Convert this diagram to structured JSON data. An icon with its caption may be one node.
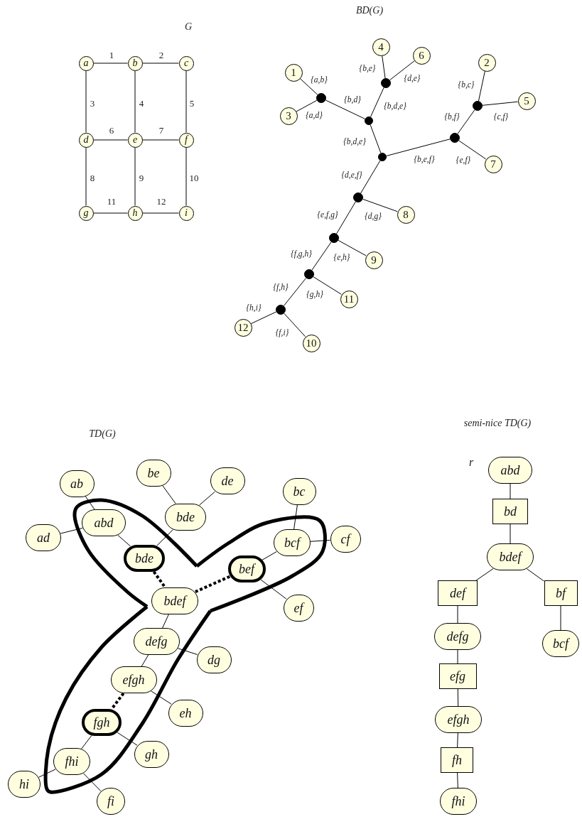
{
  "diagram": {
    "nodes": [
      {
        "text": [
          "a"
        ]
      },
      {
        "text": [
          "b"
        ]
      },
      {
        "text": [
          "c"
        ]
      },
      {
        "text": [
          "d"
        ]
      },
      {
        "text": [
          "e"
        ]
      },
      {
        "text": [
          "f"
        ]
      },
      {
        "text": [
          "g"
        ]
      },
      {
        "text": [
          "h"
        ]
      },
      {
        "text": [
          "i"
        ]
      },
      {
        "text": [
          "4"
        ]
      },
      {
        "text": [
          "6"
        ]
      },
      {
        "text": [
          "2"
        ]
      },
      {
        "text": [
          "1"
        ]
      },
      {
        "text": [],
        "shape": "circle"
      },
      {
        "text": [],
        "shape": "circle"
      },
      {
        "text": [
          "5"
        ]
      },
      {
        "text": [],
        "shape": "circle"
      },
      {
        "text": [
          "3"
        ]
      },
      {
        "text": [],
        "shape": "circle"
      },
      {
        "text": [],
        "shape": "circle"
      },
      {
        "text": [],
        "shape": "circle"
      },
      {
        "text": [
          "7"
        ]
      },
      {
        "text": [],
        "shape": "circle"
      },
      {
        "text": [
          "8"
        ]
      },
      {
        "text": [],
        "shape": "circle"
      },
      {
        "text": [
          "9"
        ]
      },
      {
        "text": [],
        "shape": "circle"
      },
      {
        "text": [
          "11"
        ]
      },
      {
        "text": [],
        "shape": "circle"
      },
      {
        "text": [
          "12"
        ]
      },
      {
        "text": [
          "10"
        ]
      },
      {
        "text": [
          "be"
        ]
      },
      {
        "text": [
          "de"
        ]
      },
      {
        "text": [
          "ab"
        ]
      },
      {
        "text": [
          "bc"
        ]
      },
      {
        "text": [
          "bde"
        ]
      },
      {
        "text": [
          "abd"
        ]
      },
      {
        "text": [
          "ad"
        ]
      },
      {
        "text": [
          "cf"
        ]
      },
      {
        "text": [
          "bcf"
        ]
      },
      {
        "text": [
          "bde"
        ]
      },
      {
        "text": [
          "bef"
        ]
      },
      {
        "text": [
          "bdef"
        ]
      },
      {
        "text": [
          "ef"
        ]
      },
      {
        "text": [
          "defg"
        ]
      },
      {
        "text": [
          "dg"
        ]
      },
      {
        "text": [
          "efgh"
        ]
      },
      {
        "text": [
          "eh"
        ]
      },
      {
        "text": [
          "fgh"
        ]
      },
      {
        "text": [
          "gh"
        ]
      },
      {
        "text": [
          "fhi"
        ]
      },
      {
        "text": [
          "hi"
        ]
      },
      {
        "text": [
          "fi"
        ]
      },
      {
        "text": [
          "abd"
        ]
      },
      {
        "text": [
          "bd"
        ]
      },
      {
        "text": [
          "bdef"
        ]
      },
      {
        "text": [
          "def"
        ]
      },
      {
        "text": [
          "bf"
        ]
      },
      {
        "text": [
          "defg"
        ]
      },
      {
        "text": [
          "bcf"
        ]
      },
      {
        "text": [
          "efg"
        ]
      },
      {
        "text": [
          "efgh"
        ]
      },
      {
        "text": [
          "fh"
        ]
      },
      {
        "text": [
          "fhi"
        ]
      }
    ],
    "edges": [
      {
        "from": 0,
        "to": 1,
        "arrow": "none",
        "label": "1"
      },
      {
        "from": 1,
        "to": 2,
        "arrow": "none",
        "label": "2"
      },
      {
        "from": 0,
        "to": 3,
        "arrow": "none",
        "label": "3"
      },
      {
        "from": 1,
        "to": 4,
        "arrow": "none",
        "label": "4"
      },
      {
        "from": 2,
        "to": 5,
        "arrow": "none",
        "label": "5"
      },
      {
        "from": 3,
        "to": 4,
        "arrow": "none",
        "label": "6"
      },
      {
        "from": 4,
        "to": 5,
        "arrow": "none",
        "label": "7"
      },
      {
        "from": 3,
        "to": 6,
        "arrow": "none",
        "label": "8"
      },
      {
        "from": 4,
        "to": 7,
        "arrow": "none",
        "label": "9"
      },
      {
        "from": 5,
        "to": 8,
        "arrow": "none",
        "label": "10"
      },
      {
        "from": 6,
        "to": 7,
        "arrow": "none",
        "label": "11"
      },
      {
        "from": 7,
        "to": 8,
        "arrow": "none",
        "label": "12"
      },
      {
        "from": 14,
        "to": 12,
        "arrow": "none",
        "label": "{a,b}"
      },
      {
        "from": 14,
        "to": 17,
        "arrow": "none",
        "label": "{a,d}"
      },
      {
        "from": 14,
        "to": 18,
        "arrow": "none",
        "label": "{b,d}"
      },
      {
        "from": 13,
        "to": 9,
        "arrow": "none",
        "label": "{b,e}"
      },
      {
        "from": 13,
        "to": 10,
        "arrow": "none",
        "label": "{d,e}"
      },
      {
        "from": 13,
        "to": 18,
        "arrow": "none",
        "label": "{b,d,e}"
      },
      {
        "from": 18,
        "to": 20,
        "arrow": "none",
        "label": "{b,d,e}"
      },
      {
        "from": 20,
        "to": 19,
        "arrow": "none",
        "label": "{b,e,f}"
      },
      {
        "from": 19,
        "to": 16,
        "arrow": "none",
        "label": "{b,f}"
      },
      {
        "from": 16,
        "to": 11,
        "arrow": "none",
        "label": "{b,c}"
      },
      {
        "from": 16,
        "to": 15,
        "arrow": "none",
        "label": "{c,f}"
      },
      {
        "from": 19,
        "to": 21,
        "arrow": "none",
        "label": "{e,f}"
      },
      {
        "from": 20,
        "to": 22,
        "arrow": "none",
        "label": "{d,e,f}"
      },
      {
        "from": 22,
        "to": 23,
        "arrow": "none",
        "label": "{d,g}"
      },
      {
        "from": 22,
        "to": 24,
        "arrow": "none",
        "label": "{e,f,g}"
      },
      {
        "from": 24,
        "to": 25,
        "arrow": "none",
        "label": "{e,h}"
      },
      {
        "from": 24,
        "to": 26,
        "arrow": "none",
        "label": "{f,g,h}"
      },
      {
        "from": 26,
        "to": 27,
        "arrow": "none",
        "label": "{g,h}"
      },
      {
        "from": 26,
        "to": 28,
        "arrow": "none",
        "label": "{f,h}"
      },
      {
        "from": 28,
        "to": 29,
        "arrow": "none",
        "label": "{h,i}"
      },
      {
        "from": 28,
        "to": 30,
        "arrow": "none",
        "label": "{f,i}"
      },
      {
        "from": 33,
        "to": 36,
        "arrow": "none"
      },
      {
        "from": 37,
        "to": 36,
        "arrow": "none"
      },
      {
        "from": 36,
        "to": 40,
        "arrow": "none"
      },
      {
        "from": 31,
        "to": 35,
        "arrow": "none"
      },
      {
        "from": 32,
        "to": 35,
        "arrow": "none"
      },
      {
        "from": 35,
        "to": 40,
        "arrow": "none"
      },
      {
        "from": 40,
        "to": 42,
        "arrow": "none",
        "style": "dashed"
      },
      {
        "from": 34,
        "to": 39,
        "arrow": "none"
      },
      {
        "from": 39,
        "to": 38,
        "arrow": "none"
      },
      {
        "from": 39,
        "to": 41,
        "arrow": "none"
      },
      {
        "from": 41,
        "to": 43,
        "arrow": "none"
      },
      {
        "from": 41,
        "to": 42,
        "arrow": "none",
        "style": "dashed"
      },
      {
        "from": 42,
        "to": 44,
        "arrow": "none"
      },
      {
        "from": 44,
        "to": 45,
        "arrow": "none"
      },
      {
        "from": 44,
        "to": 46,
        "arrow": "none"
      },
      {
        "from": 46,
        "to": 47,
        "arrow": "none"
      },
      {
        "from": 46,
        "to": 48,
        "arrow": "none",
        "style": "dashed"
      },
      {
        "from": 48,
        "to": 49,
        "arrow": "none"
      },
      {
        "from": 48,
        "to": 50,
        "arrow": "none"
      },
      {
        "from": 50,
        "to": 51,
        "arrow": "none"
      },
      {
        "from": 50,
        "to": 52,
        "arrow": "none"
      },
      {
        "from": 53,
        "to": 54,
        "arrow": "none"
      },
      {
        "from": 54,
        "to": 55,
        "arrow": "none"
      },
      {
        "from": 55,
        "to": 56,
        "arrow": "none"
      },
      {
        "from": 55,
        "to": 57,
        "arrow": "none"
      },
      {
        "from": 56,
        "to": 58,
        "arrow": "none"
      },
      {
        "from": 58,
        "to": 60,
        "arrow": "none"
      },
      {
        "from": 60,
        "to": 61,
        "arrow": "none"
      },
      {
        "from": 61,
        "to": 62,
        "arrow": "none"
      },
      {
        "from": 62,
        "to": 63,
        "arrow": "none"
      },
      {
        "from": 57,
        "to": 59,
        "arrow": "none"
      }
    ],
    "labels": [
      "BD(G)",
      "G",
      "semi-nice TD(G)",
      "TD(G)",
      "r"
    ]
  }
}
